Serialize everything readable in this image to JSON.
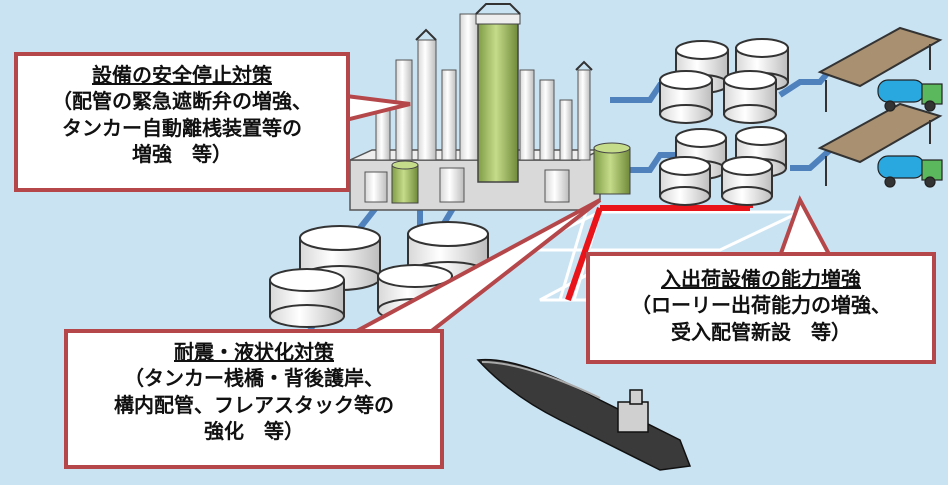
{
  "callouts": {
    "safety": {
      "title": "設備の安全停止対策",
      "line1": "（配管の緊急遮断弁の増強、",
      "line2": "タンカー自動離桟装置等の",
      "line3": "増強　等）"
    },
    "capacity": {
      "title": "入出荷設備の能力増強",
      "line1": "（ローリー出荷能力の増強、",
      "line2": "受入配管新設　等）"
    },
    "seismic": {
      "title": "耐震・液状化対策",
      "line1": "（タンカー桟橋・背後護岸、",
      "line2": "構内配管、フレアスタック等の",
      "line3": "強化　等）"
    }
  },
  "colors": {
    "background": "#c9e3f3",
    "callout_border": "#b5474a",
    "pipe_blue": "#4f81bd",
    "pipe_red": "#e8141a",
    "column_green": "#9bbb59",
    "truck_blue": "#29a8e0",
    "truck_green": "#5cb85c"
  }
}
